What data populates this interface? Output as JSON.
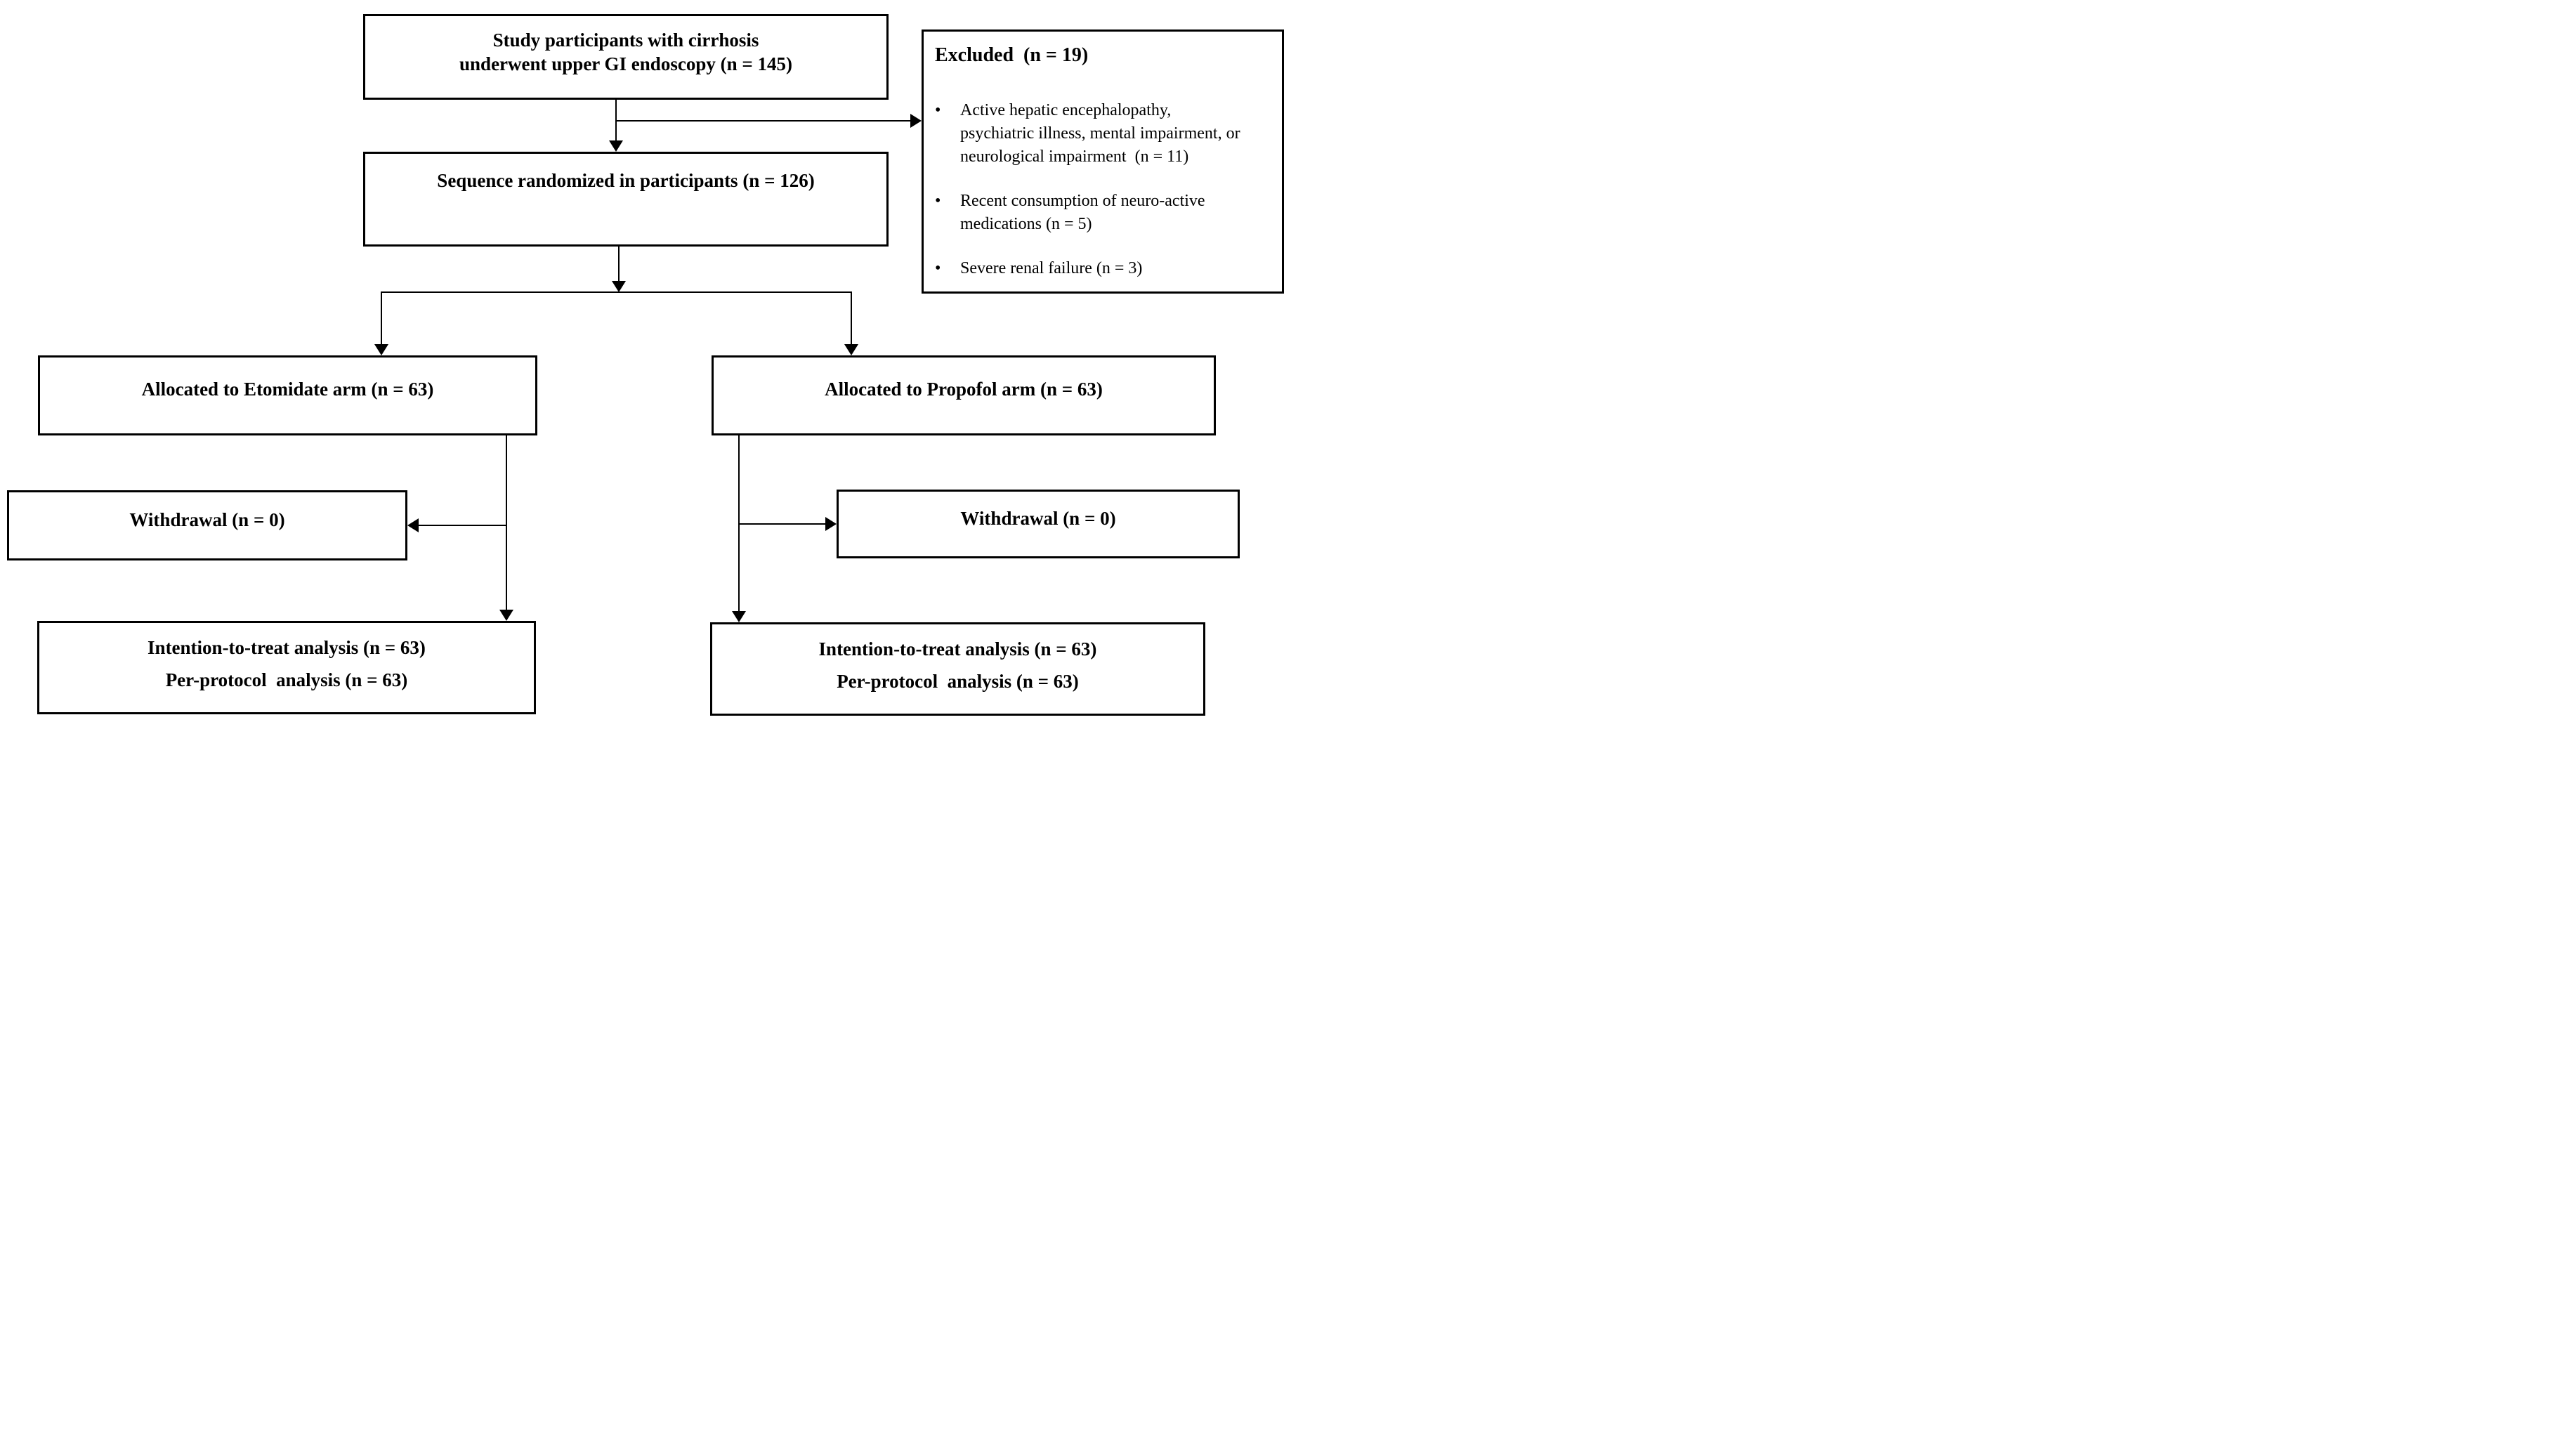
{
  "diagram": {
    "colors": {
      "background": "#ffffff",
      "line": "#000000",
      "box_border": "#000000",
      "text": "#000000"
    },
    "top_box": {
      "text": "Study participants with cirrhosis\nunderwent upper GI endoscopy (n = 145)"
    },
    "excluded_box": {
      "title": "Excluded  (n = 19)",
      "bullet_glyph": "•",
      "bullets": [
        "Active hepatic encephalopathy,\npsychiatric illness, mental impairment, or\nneurological impairment  (n = 11)",
        "Recent consumption of neuro-active\nmedications (n = 5)",
        "Severe renal failure (n = 3)"
      ]
    },
    "randomized_box": {
      "text": "Sequence randomized in participants (n = 126)"
    },
    "etomidate_box": {
      "text": "Allocated to Etomidate arm (n = 63)"
    },
    "propofol_box": {
      "text": "Allocated to Propofol arm (n = 63)"
    },
    "withdrawal_left_box": {
      "text": "Withdrawal (n = 0)"
    },
    "withdrawal_right_box": {
      "text": "Withdrawal (n = 0)"
    },
    "itt_left_box": {
      "text": "Intention-to-treat analysis (n = 63)\nPer-protocol  analysis (n = 63)"
    },
    "itt_right_box": {
      "text": "Intention-to-treat analysis (n = 63)\nPer-protocol  analysis (n = 63)"
    }
  }
}
